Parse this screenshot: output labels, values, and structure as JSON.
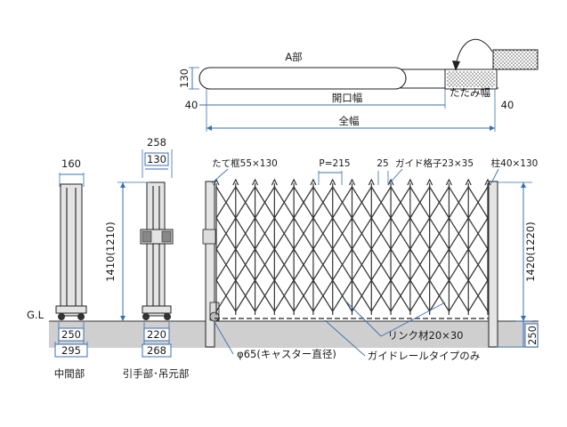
{
  "top_plan": {
    "section_a": "A部",
    "dim_thickness": "130",
    "dim_left_gap": "40",
    "dim_right_gap": "40",
    "opening_width": "開口幅",
    "folded_width": "たたみ幅",
    "overall_width": "全幅"
  },
  "intermediate_post": {
    "width_top": "160",
    "base_inner": "250",
    "base_outer": "295",
    "caption": "中間部"
  },
  "handle_post": {
    "width_top_outer": "258",
    "width_top_inner": "130",
    "height": "1410(1210)",
    "base_inner": "220",
    "base_outer": "268",
    "caption": "引手部･吊元部"
  },
  "elevation": {
    "ground_label": "G.L",
    "vertical_frame": "たて框55×130",
    "pitch": "P=215",
    "guide_offset": "25",
    "guide_bar": "ガイド格子23×35",
    "pillar": "柱40×130",
    "height": "1420(1220)",
    "embed_depth": "250",
    "link_member": "リンク材20×30",
    "caster": "φ65(キャスター直径)",
    "guide_rail_note": "ガイドレールタイプのみ"
  },
  "colors": {
    "dimension_line": "#3a6fb0",
    "ground_fill": "#cfcfcf",
    "frame": "#222222",
    "folded_hatch": "#555555"
  }
}
